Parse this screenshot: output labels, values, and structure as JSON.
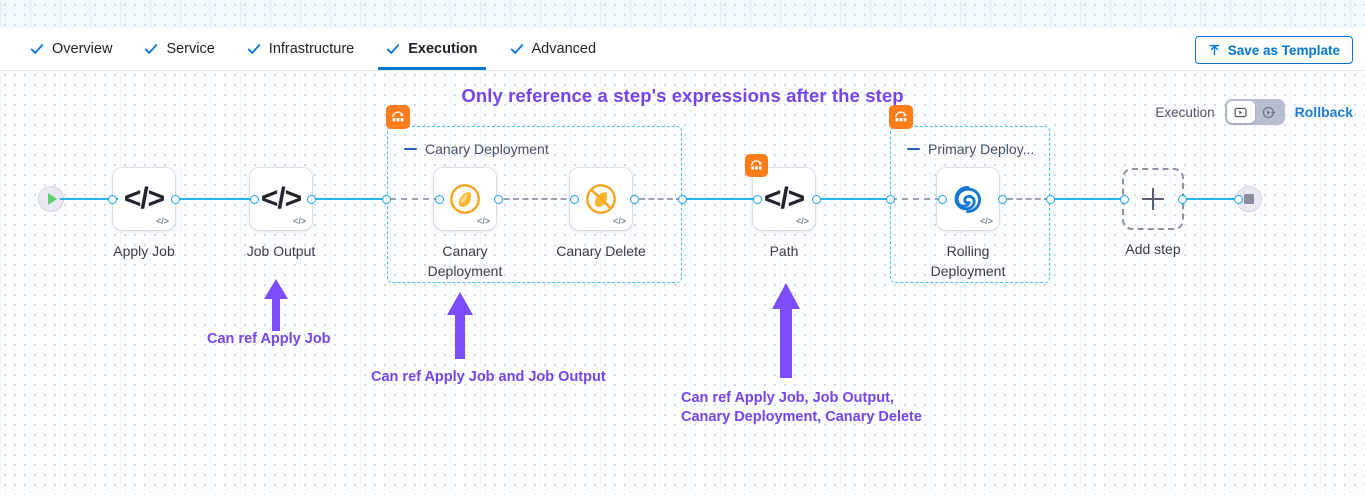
{
  "tabs": [
    {
      "label": "Overview",
      "icon": "check-icon",
      "active": false
    },
    {
      "label": "Service",
      "icon": "check-icon",
      "active": false
    },
    {
      "label": "Infrastructure",
      "icon": "check-icon",
      "active": false
    },
    {
      "label": "Execution",
      "icon": "check-icon",
      "active": true
    },
    {
      "label": "Advanced",
      "icon": "check-icon",
      "active": false
    }
  ],
  "toolbar": {
    "save_template_label": "Save as Template",
    "save_template_icon": "upload-icon"
  },
  "headline": "Only reference a step's expressions after the step",
  "exec_toggle": {
    "label": "Execution",
    "left_icon": "execution-play-box-icon",
    "right_icon": "rollback-clock-icon",
    "left_active": true,
    "rollback_link": "Rollback"
  },
  "pipeline": {
    "start_node": {
      "name": "pipeline-start",
      "icon": "play-icon"
    },
    "end_node": {
      "name": "pipeline-end",
      "icon": "stop-icon"
    },
    "add_step": {
      "label": "Add step",
      "icon": "plus-icon"
    },
    "steps": [
      {
        "id": "apply-job",
        "label": "Apply Job",
        "icon": "code-icon",
        "badge": "</>"
      },
      {
        "id": "job-output",
        "label": "Job Output",
        "icon": "code-icon",
        "badge": "</>"
      },
      {
        "id": "canary-deployment",
        "label": "Canary\nDeployment",
        "icon": "canary-bird-icon",
        "badge": "</>"
      },
      {
        "id": "canary-delete",
        "label": "Canary Delete",
        "icon": "canary-delete-icon",
        "badge": "</>"
      },
      {
        "id": "path",
        "label": "Path",
        "icon": "code-icon",
        "badge": "</>"
      },
      {
        "id": "rolling-deployment",
        "label": "Rolling\nDeployment",
        "icon": "rolling-swirl-icon",
        "badge": "</>"
      }
    ],
    "groups": [
      {
        "id": "canary-deployment-group",
        "title": "Canary Deployment",
        "badge_icon": "step-group-icon"
      },
      {
        "id": "primary-deploy-group",
        "title": "Primary Deploy...",
        "badge_icon": "step-group-icon"
      }
    ]
  },
  "annotations": [
    {
      "id": "anno-job-output",
      "text": "Can ref Apply Job"
    },
    {
      "id": "anno-canary-deployment",
      "text": "Can ref Apply Job and Job Output"
    },
    {
      "id": "anno-path",
      "text": "Can ref Apply Job, Job Output,\nCanary Deployment, Canary Delete"
    }
  ],
  "colors": {
    "accent_blue": "#0278d5",
    "link_cyan": "#27b3f2",
    "group_border": "#48bdf2",
    "annotation_purple": "#7544ec",
    "badge_orange": "#ff7d1a"
  }
}
